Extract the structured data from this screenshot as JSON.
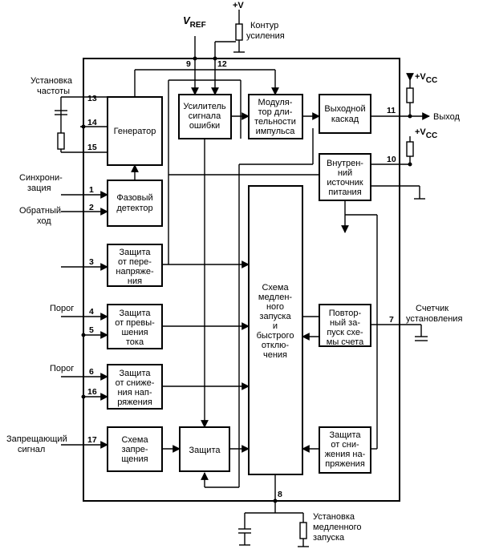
{
  "labels": {
    "vref": "V",
    "vref_sub": "REF",
    "vplus": "+V",
    "gain_contour": [
      "Контур",
      "усиления"
    ],
    "freq_set": [
      "Установка",
      "частоты"
    ],
    "sync": [
      "Синхрони-",
      "зация"
    ],
    "reverse": [
      "Обратный",
      "ход"
    ],
    "threshold1": "Порог",
    "threshold2": "Порог",
    "inhibit": [
      "Запрещающий",
      "сигнал"
    ],
    "vcc_top": "+V",
    "vcc_top_sub": "CC",
    "vcc_mid": "+V",
    "vcc_mid_sub": "CC",
    "output": "Выход",
    "counter": [
      "Счетчик",
      "установления"
    ],
    "slow_start": [
      "Установка",
      "медленного",
      "запуска"
    ]
  },
  "pins": {
    "p13": "13",
    "p14": "14",
    "p15": "15",
    "p1": "1",
    "p2": "2",
    "p3": "3",
    "p4": "4",
    "p5": "5",
    "p6": "6",
    "p16": "16",
    "p17": "17",
    "p9": "9",
    "p12": "12",
    "p11": "11",
    "p10": "10",
    "p7": "7",
    "p8": "8"
  },
  "blocks": {
    "generator": [
      "Генератор"
    ],
    "phase_det": [
      "Фазовый",
      "детектор"
    ],
    "error_amp": [
      "Усилитель",
      "сигнала",
      "ошибки"
    ],
    "pwm": [
      "Модуля-",
      "тор дли-",
      "тельности",
      "импульса"
    ],
    "out_stage": [
      "Выходной",
      "каскад"
    ],
    "int_supply": [
      "Внутрен-",
      "ний",
      "источник",
      "питания"
    ],
    "ov_prot": [
      "Защита",
      "от пере-",
      "напряже-",
      "ния"
    ],
    "oc_prot": [
      "Защита",
      "от превы-",
      "шения",
      "тока"
    ],
    "uv_prot": [
      "Защита",
      "от сниже-",
      "ния нап-",
      "ряжения"
    ],
    "inhibit_circ": [
      "Схема",
      "запре-",
      "щения"
    ],
    "protection": [
      "Защита"
    ],
    "soft_start": [
      "Схема",
      "медлен-",
      "ного",
      "запуска",
      "и",
      "быстрого",
      "отклю-",
      "чения"
    ],
    "restart": [
      "Повтор-",
      "ный за-",
      "пуск схе-",
      "мы счета"
    ],
    "uv_prot2": [
      "Защита",
      "от сни-",
      "жения на-",
      "пряжения"
    ]
  }
}
